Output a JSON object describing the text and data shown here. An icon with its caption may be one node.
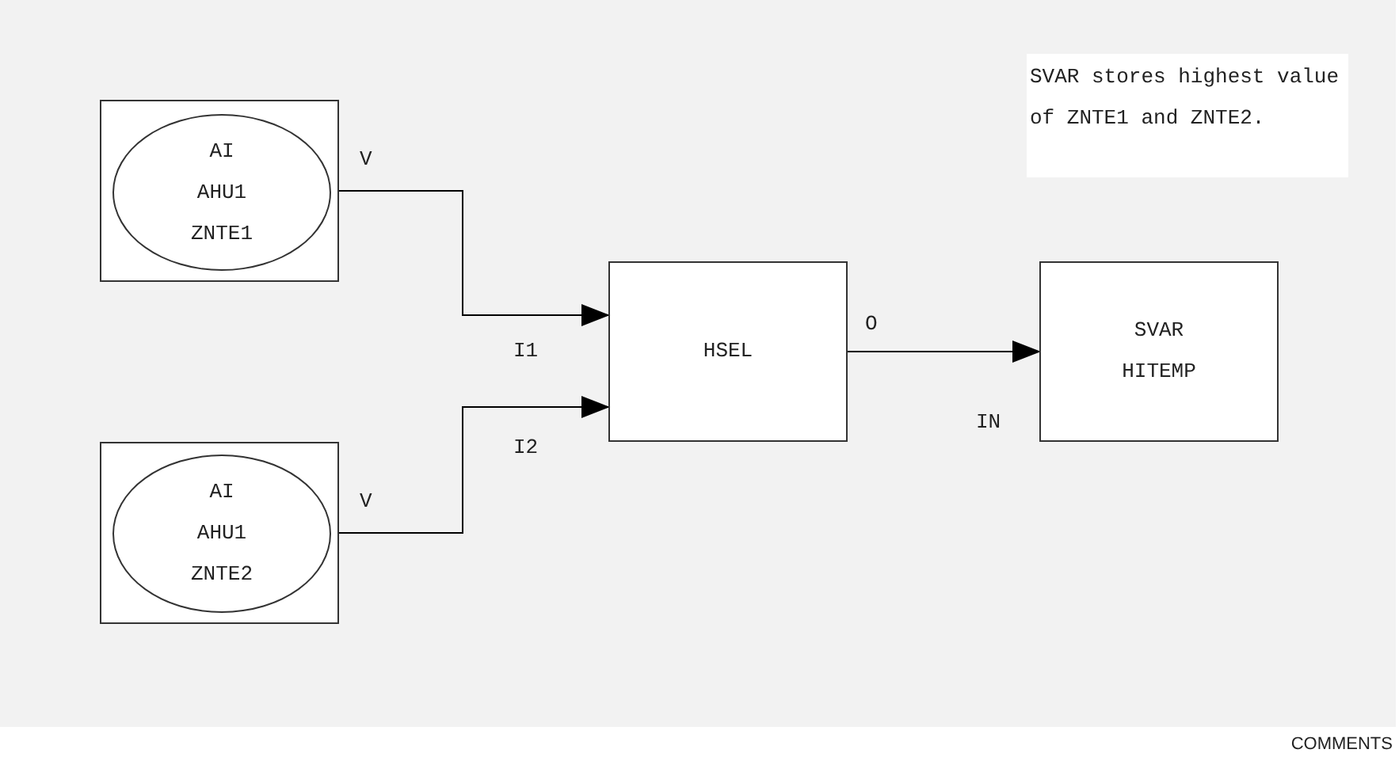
{
  "diagram": {
    "nodes": [
      {
        "text": [],
        "shape": "box",
        "beside": [
          "V"
        ]
      },
      {
        "text": [
          "AI",
          "AHU1",
          "ZNTE1"
        ],
        "in": 0
      },
      {
        "text": [],
        "shape": "box",
        "beside": [
          "V"
        ]
      },
      {
        "text": [
          "AI",
          "AHU1",
          "ZNTE2"
        ],
        "in": 2
      },
      {
        "text": [
          "HSEL"
        ],
        "beside": [
          "I1",
          "I2",
          "O"
        ]
      },
      {
        "text": [
          "SVAR",
          "HITEMP"
        ],
        "beside": [
          "IN"
        ]
      },
      {
        "text": [
          "SVAR stores highest value of ZNTE1 and ZNTE2."
        ]
      }
    ],
    "edges": [
      {
        "from": 0,
        "to": 4,
        "arrow": "to"
      },
      {
        "from": 2,
        "to": 4,
        "arrow": "to"
      },
      {
        "from": 4,
        "to": 5,
        "arrow": "to"
      }
    ],
    "labels": [
      "COMMENTS"
    ]
  }
}
